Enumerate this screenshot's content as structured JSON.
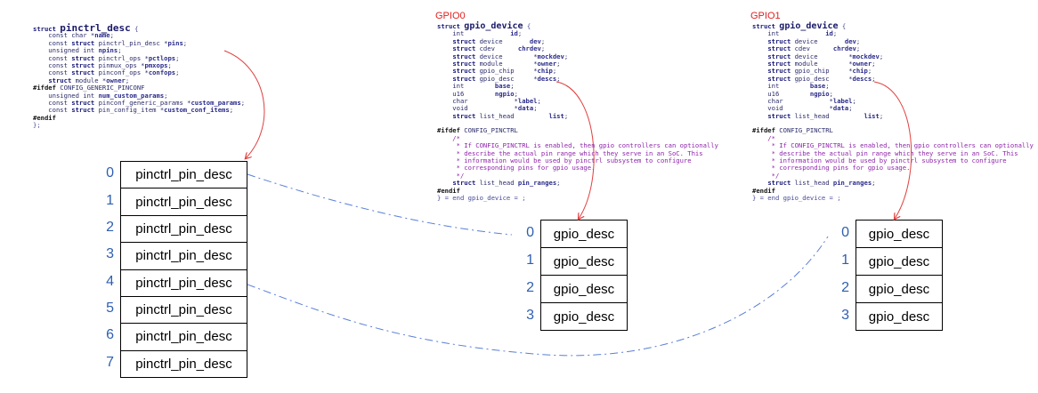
{
  "pinctrl_desc": {
    "lines": [
      [
        [
          "kw",
          "struct "
        ],
        [
          "name",
          "pinctrl_desc"
        ],
        [
          "tail",
          " {"
        ]
      ],
      [
        [
          "",
          "    const char *"
        ],
        [
          "kwp",
          "name"
        ],
        [
          "",
          ";"
        ]
      ],
      [
        [
          "",
          "    const "
        ],
        [
          "kw",
          "struct"
        ],
        [
          "",
          " pinctrl_pin_desc *"
        ],
        [
          "kwp",
          "pins"
        ],
        [
          "",
          ";"
        ]
      ],
      [
        [
          "",
          "    unsigned int "
        ],
        [
          "kwp",
          "npins"
        ],
        [
          "",
          ";"
        ]
      ],
      [
        [
          "",
          "    const "
        ],
        [
          "kw",
          "struct"
        ],
        [
          "",
          " pinctrl_ops *"
        ],
        [
          "kwp",
          "pctlops"
        ],
        [
          "",
          ";"
        ]
      ],
      [
        [
          "",
          "    const "
        ],
        [
          "kw",
          "struct"
        ],
        [
          "",
          " pinmux_ops *"
        ],
        [
          "kwp",
          "pmxops"
        ],
        [
          "",
          ";"
        ]
      ],
      [
        [
          "",
          "    const "
        ],
        [
          "kw",
          "struct"
        ],
        [
          "",
          " pinconf_ops *"
        ],
        [
          "kwp",
          "confops"
        ],
        [
          "",
          ";"
        ]
      ],
      [
        [
          "",
          "    "
        ],
        [
          "kw",
          "struct"
        ],
        [
          "",
          " module *"
        ],
        [
          "kwp",
          "owner"
        ],
        [
          "",
          ";"
        ]
      ],
      [
        [
          "pp",
          "#ifdef"
        ],
        [
          "",
          " CONFIG_GENERIC_PINCONF"
        ]
      ],
      [
        [
          "",
          "    unsigned int "
        ],
        [
          "kwp",
          "num_custom_params"
        ],
        [
          "",
          ";"
        ]
      ],
      [
        [
          "",
          "    const "
        ],
        [
          "kw",
          "struct"
        ],
        [
          "",
          " pinconf_generic_params *"
        ],
        [
          "kwp",
          "custom_params"
        ],
        [
          "",
          ";"
        ]
      ],
      [
        [
          "",
          "    const "
        ],
        [
          "kw",
          "struct"
        ],
        [
          "",
          " pin_config_item *"
        ],
        [
          "kwp",
          "custom_conf_items"
        ],
        [
          "",
          ";"
        ]
      ],
      [
        [
          "pp",
          "#endif"
        ]
      ],
      [
        [
          "tail",
          "};"
        ]
      ]
    ]
  },
  "gpio_device_code": {
    "lines": [
      [
        [
          "kw",
          "struct "
        ],
        [
          "gname",
          "gpio_device"
        ],
        [
          "tail",
          " {"
        ]
      ],
      [
        [
          "",
          "    int            "
        ],
        [
          "kwp",
          "id"
        ],
        [
          "",
          ";"
        ]
      ],
      [
        [
          "",
          "    "
        ],
        [
          "kw",
          "struct"
        ],
        [
          "",
          " device       "
        ],
        [
          "kwp",
          "dev"
        ],
        [
          "",
          ";"
        ]
      ],
      [
        [
          "",
          "    "
        ],
        [
          "kw",
          "struct"
        ],
        [
          "",
          " cdev      "
        ],
        [
          "kwp",
          "chrdev"
        ],
        [
          "",
          ";"
        ]
      ],
      [
        [
          "",
          "    "
        ],
        [
          "kw",
          "struct"
        ],
        [
          "",
          " device        *"
        ],
        [
          "kwp",
          "mockdev"
        ],
        [
          "",
          ";"
        ]
      ],
      [
        [
          "",
          "    "
        ],
        [
          "kw",
          "struct"
        ],
        [
          "",
          " module        *"
        ],
        [
          "kwp",
          "owner"
        ],
        [
          "",
          ";"
        ]
      ],
      [
        [
          "",
          "    "
        ],
        [
          "kw",
          "struct"
        ],
        [
          "",
          " gpio_chip     *"
        ],
        [
          "kwp",
          "chip"
        ],
        [
          "",
          ";"
        ]
      ],
      [
        [
          "",
          "    "
        ],
        [
          "kw",
          "struct"
        ],
        [
          "",
          " gpio_desc     *"
        ],
        [
          "kwp",
          "descs"
        ],
        [
          "",
          ";"
        ]
      ],
      [
        [
          "",
          "    int        "
        ],
        [
          "kwp",
          "base"
        ],
        [
          "",
          ";"
        ]
      ],
      [
        [
          "",
          "    u16        "
        ],
        [
          "kwp",
          "ngpio"
        ],
        [
          "",
          ";"
        ]
      ],
      [
        [
          "",
          "    char            *"
        ],
        [
          "kwp",
          "label"
        ],
        [
          "",
          ";"
        ]
      ],
      [
        [
          "",
          "    void            *"
        ],
        [
          "kwp",
          "data"
        ],
        [
          "",
          ";"
        ]
      ],
      [
        [
          "",
          "    "
        ],
        [
          "kw",
          "struct"
        ],
        [
          "",
          " list_head         "
        ],
        [
          "kwp",
          "list"
        ],
        [
          "",
          ";"
        ]
      ],
      [
        [
          "",
          ""
        ]
      ],
      [
        [
          "pp",
          "#ifdef"
        ],
        [
          "",
          " CONFIG_PINCTRL"
        ]
      ],
      [
        [
          "cm",
          "    /*"
        ]
      ],
      [
        [
          "cm",
          "     * If CONFIG_PINCTRL is enabled, then gpio controllers can optionally"
        ]
      ],
      [
        [
          "cm",
          "     * describe the actual pin range which they serve in an SoC. This"
        ]
      ],
      [
        [
          "cm",
          "     * information would be used by pinctrl subsystem to configure"
        ]
      ],
      [
        [
          "cm",
          "     * corresponding pins for gpio usage."
        ]
      ],
      [
        [
          "cm",
          "     */"
        ]
      ],
      [
        [
          "",
          "    "
        ],
        [
          "kw",
          "struct"
        ],
        [
          "",
          " list_head "
        ],
        [
          "kwp",
          "pin_ranges"
        ],
        [
          "",
          ";"
        ]
      ],
      [
        [
          "pp",
          "#endif"
        ]
      ],
      [
        [
          "tail",
          "} = end gpio_device = ;"
        ]
      ]
    ]
  },
  "gpio0": {
    "label": "GPIO0"
  },
  "gpio1": {
    "label": "GPIO1"
  },
  "pin_array": {
    "indices": [
      "0",
      "1",
      "2",
      "3",
      "4",
      "5",
      "6",
      "7"
    ],
    "items": [
      "pinctrl_pin_desc",
      "pinctrl_pin_desc",
      "pinctrl_pin_desc",
      "pinctrl_pin_desc",
      "pinctrl_pin_desc",
      "pinctrl_pin_desc",
      "pinctrl_pin_desc",
      "pinctrl_pin_desc"
    ]
  },
  "gpio0_array": {
    "indices": [
      "0",
      "1",
      "2",
      "3"
    ],
    "items": [
      "gpio_desc",
      "gpio_desc",
      "gpio_desc",
      "gpio_desc"
    ]
  },
  "gpio1_array": {
    "indices": [
      "0",
      "1",
      "2",
      "3"
    ],
    "items": [
      "gpio_desc",
      "gpio_desc",
      "gpio_desc",
      "gpio_desc"
    ]
  },
  "colors": {
    "arrow_red": "#e04040",
    "link_blue": "#5a7fd6",
    "index_blue": "#2f5fb0"
  }
}
